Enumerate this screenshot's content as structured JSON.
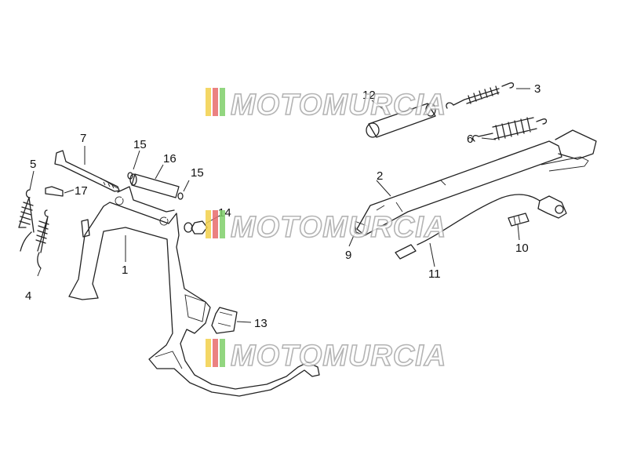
{
  "callouts": {
    "c1": "1",
    "c2": "2",
    "c3": "3",
    "c4": "4",
    "c5": "5",
    "c6": "6",
    "c7": "7",
    "c9": "9",
    "c10": "10",
    "c11": "11",
    "c12": "12",
    "c13": "13",
    "c14": "14",
    "c15a": "15",
    "c15b": "15",
    "c16": "16",
    "c17": "17"
  },
  "watermark": {
    "text": "MOTOMURCIA",
    "stripe_colors": [
      "#f2d04a",
      "#e76b6b",
      "#7fcf6a"
    ]
  }
}
